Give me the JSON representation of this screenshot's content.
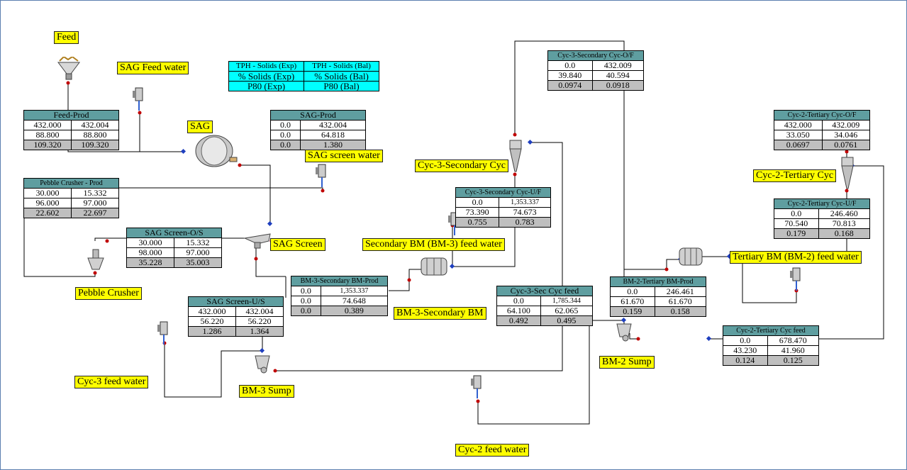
{
  "legend": {
    "rows": [
      [
        "TPH - Solids (Exp)",
        "TPH - Solids (Bal)"
      ],
      [
        "% Solids (Exp)",
        "% Solids (Bal)"
      ],
      [
        "P80 (Exp)",
        "P80 (Bal)"
      ]
    ]
  },
  "labels": {
    "feed": "Feed",
    "sag_feed_water": "SAG Feed water",
    "sag": "SAG",
    "sag_screen_water": "SAG screen water",
    "sag_screen": "SAG Screen",
    "pebble_crusher": "Pebble Crusher",
    "cyc3_secondary_cyc": "Cyc-3-Secondary Cyc",
    "secondary_bm_feed_water": "Secondary BM (BM-3) feed water",
    "bm3_secondary_bm": "BM-3-Secondary BM",
    "cyc3_feed_water": "Cyc-3 feed water",
    "bm3_sump": "BM-3 Sump",
    "cyc2_feed_water": "Cyc-2 feed water",
    "bm2_sump": "BM-2 Sump",
    "cyc2_tertiary_cyc": "Cyc-2-Tertiary Cyc",
    "tertiary_bm_feed_water": "Tertiary BM (BM-2) feed water"
  },
  "streams": {
    "feed_prod": {
      "title": "Feed-Prod",
      "rows": [
        [
          "432.000",
          "432.004"
        ],
        [
          "88.800",
          "88.800"
        ],
        [
          "109.320",
          "109.320"
        ]
      ]
    },
    "sag_prod": {
      "title": "SAG-Prod",
      "rows": [
        [
          "0.0",
          "432.004"
        ],
        [
          "0.0",
          "64.818"
        ],
        [
          "0.0",
          "1.380"
        ]
      ]
    },
    "pebble_crusher_prod": {
      "title": "Pebble Crusher - Prod",
      "rows": [
        [
          "30.000",
          "15.332"
        ],
        [
          "96.000",
          "97.000"
        ],
        [
          "22.602",
          "22.697"
        ]
      ]
    },
    "sag_screen_os": {
      "title": "SAG Screen-O/S",
      "rows": [
        [
          "30.000",
          "15.332"
        ],
        [
          "98.000",
          "97.000"
        ],
        [
          "35.228",
          "35.003"
        ]
      ]
    },
    "sag_screen_us": {
      "title": "SAG Screen-U/S",
      "rows": [
        [
          "432.000",
          "432.004"
        ],
        [
          "56.220",
          "56.220"
        ],
        [
          "1.286",
          "1.364"
        ]
      ]
    },
    "bm3_secondary_bm_prod": {
      "title": "BM-3-Secondary BM-Prod",
      "rows": [
        [
          "0.0",
          "1,353.337"
        ],
        [
          "0.0",
          "74.648"
        ],
        [
          "0.0",
          "0.389"
        ]
      ]
    },
    "cyc3_secondary_cyc_uf": {
      "title": "Cyc-3-Secondary Cyc-U/F",
      "rows": [
        [
          "0.0",
          "1,353.337"
        ],
        [
          "73.390",
          "74.673"
        ],
        [
          "0.755",
          "0.783"
        ]
      ]
    },
    "cyc3_secondary_cyc_of": {
      "title": "Cyc-3-Secondary Cyc-O/F",
      "rows": [
        [
          "0.0",
          "432.009"
        ],
        [
          "39.840",
          "40.594"
        ],
        [
          "0.0974",
          "0.0918"
        ]
      ]
    },
    "cyc3_sec_cyc_feed": {
      "title": "Cyc-3-Sec Cyc feed",
      "rows": [
        [
          "0.0",
          "1,785.344"
        ],
        [
          "64.100",
          "62.065"
        ],
        [
          "0.492",
          "0.495"
        ]
      ]
    },
    "bm2_tertiary_bm_prod": {
      "title": "BM-2-Tertiary BM-Prod",
      "rows": [
        [
          "0.0",
          "246.461"
        ],
        [
          "61.670",
          "61.670"
        ],
        [
          "0.159",
          "0.158"
        ]
      ]
    },
    "cyc2_tertiary_cyc_of": {
      "title": "Cyc-2-Tertiary Cyc-O/F",
      "rows": [
        [
          "432.000",
          "432.009"
        ],
        [
          "33.050",
          "34.046"
        ],
        [
          "0.0697",
          "0.0761"
        ]
      ]
    },
    "cyc2_tertiary_cyc_uf": {
      "title": "Cyc-2-Tertiary Cyc-U/F",
      "rows": [
        [
          "0.0",
          "246.460"
        ],
        [
          "70.540",
          "70.813"
        ],
        [
          "0.179",
          "0.168"
        ]
      ]
    },
    "cyc2_tertiary_cyc_feed": {
      "title": "Cyc-2-Tertiary Cyc feed",
      "rows": [
        [
          "0.0",
          "678.470"
        ],
        [
          "43.230",
          "41.960"
        ],
        [
          "0.124",
          "0.125"
        ]
      ]
    }
  },
  "colors": {
    "table_header": "#5f9ea0",
    "label_bg": "#ffff00",
    "legend_bg": "#00ffff",
    "bal_row_bg": "#bfbfbf",
    "connector_in": "#1f3fbf",
    "connector_out": "#c00000"
  }
}
